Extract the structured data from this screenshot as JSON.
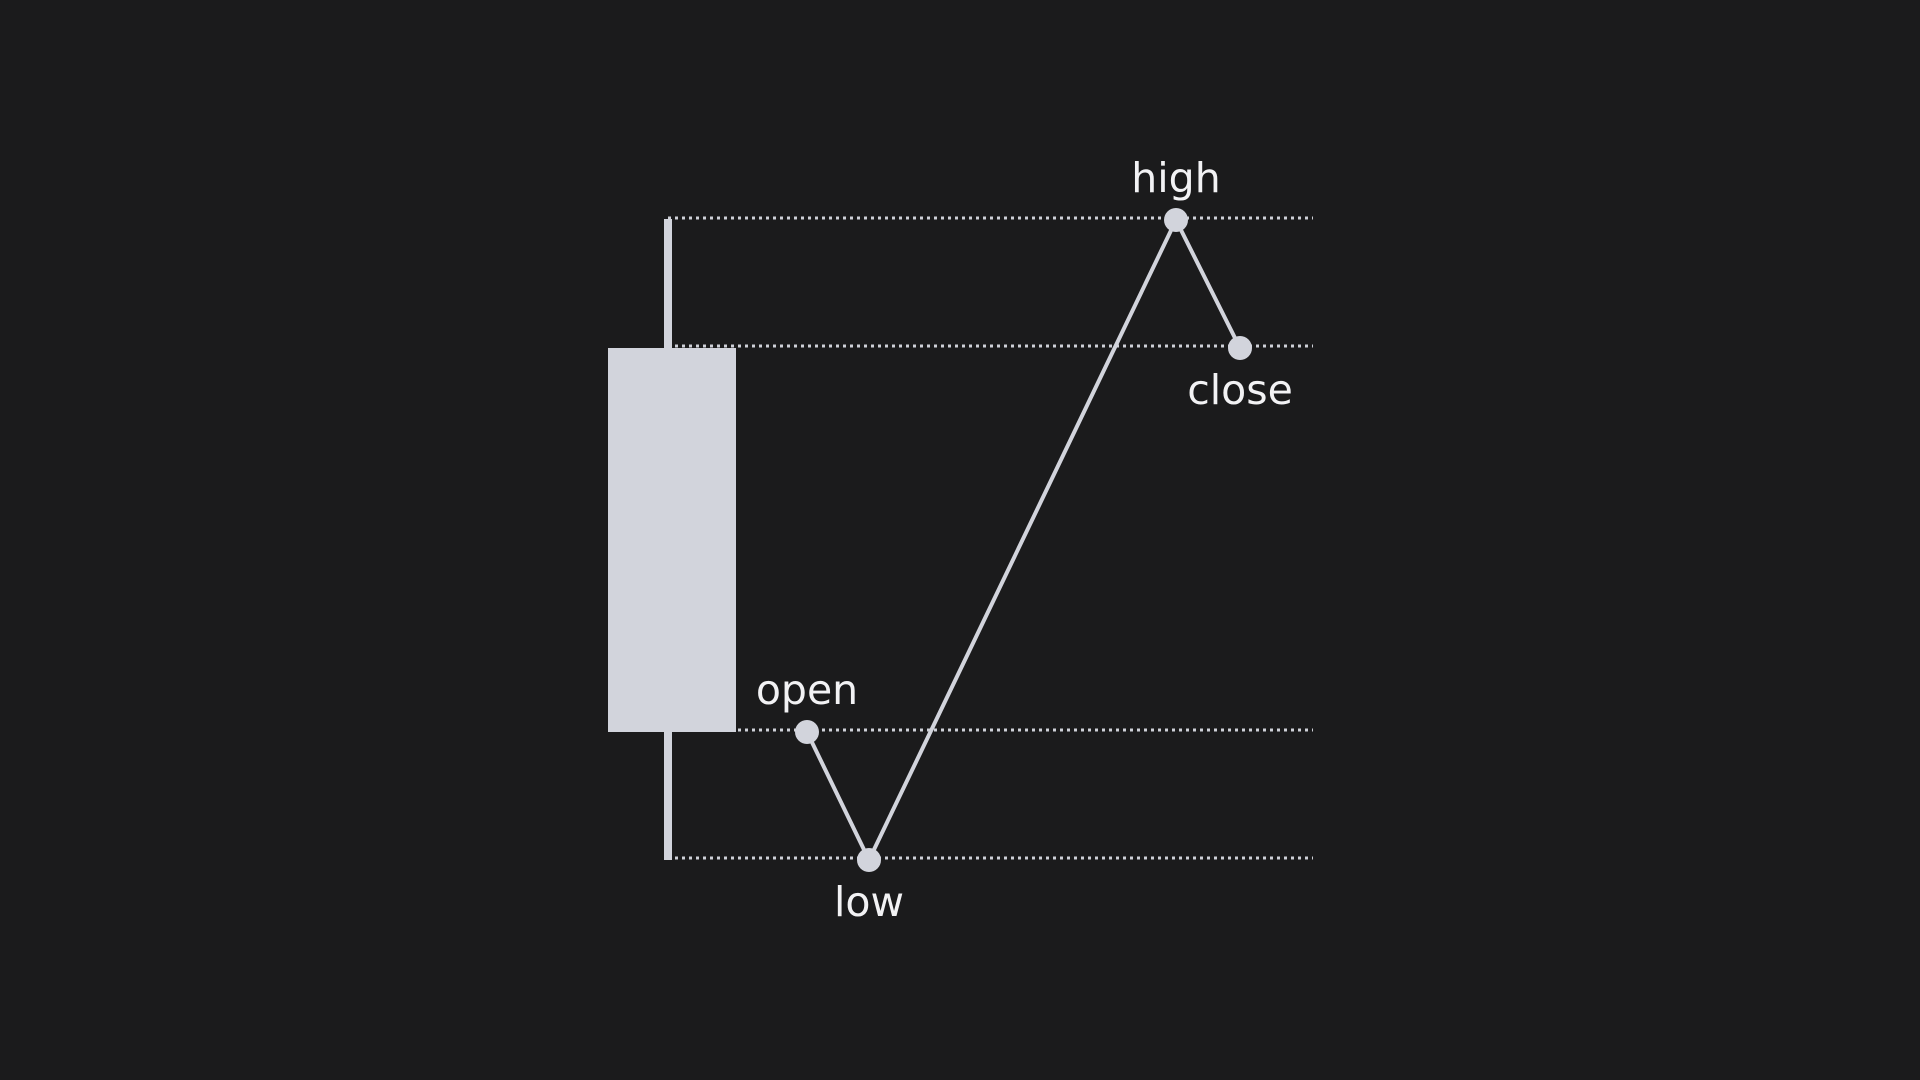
{
  "colors": {
    "background": "#1b1b1c",
    "foreground": "#d2d4dc",
    "guide": "#cfd1d8",
    "text": "#f2f2f4"
  },
  "candle": {
    "direction": "bullish"
  },
  "price_path": [
    {
      "key": "open",
      "label": "open"
    },
    {
      "key": "low",
      "label": "low"
    },
    {
      "key": "high",
      "label": "high"
    },
    {
      "key": "close",
      "label": "close"
    }
  ]
}
